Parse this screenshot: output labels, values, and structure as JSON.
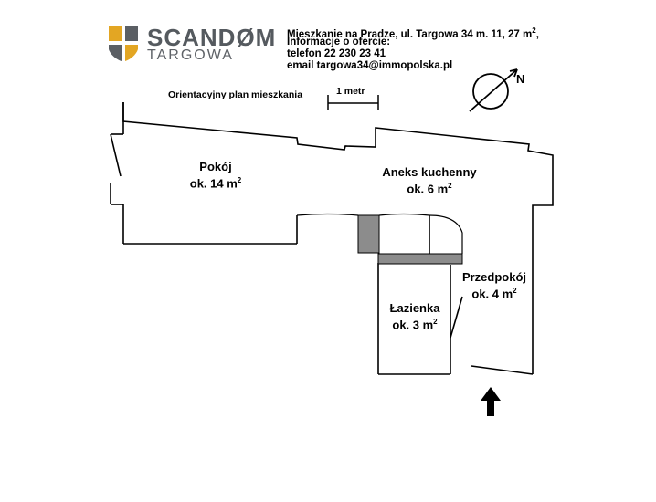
{
  "brand": {
    "name": "SCANDØM",
    "sub": "TARGOWA",
    "colors": {
      "gold": "#e3a623",
      "gray": "#5b5f64"
    }
  },
  "offer": {
    "line1": "Mieszkanie na Pradze, ul. Targowa 34 m. 11, 27 m",
    "line1_sup": "2",
    "line1_tail": ",",
    "line2": "Informacje o ofercie:",
    "line3": "telefon 22 230 23 41",
    "line4": "email targowa34@immopolska.pl"
  },
  "plan": {
    "title": "Orientacyjny plan mieszkania",
    "scale_label": "1 metr",
    "north": "N",
    "rooms": [
      {
        "name": "Pokój",
        "area": "ok. 14 m",
        "sup": "2"
      },
      {
        "name": "Aneks kuchenny",
        "area": "ok. 6 m",
        "sup": "2"
      },
      {
        "name": "Przedpokój",
        "area": "ok. 4 m",
        "sup": "2"
      },
      {
        "name": "Łazienka",
        "area": "ok. 3 m",
        "sup": "2"
      }
    ],
    "entrance_icon": "arrow-up-icon",
    "compass_icon": "compass-icon"
  }
}
